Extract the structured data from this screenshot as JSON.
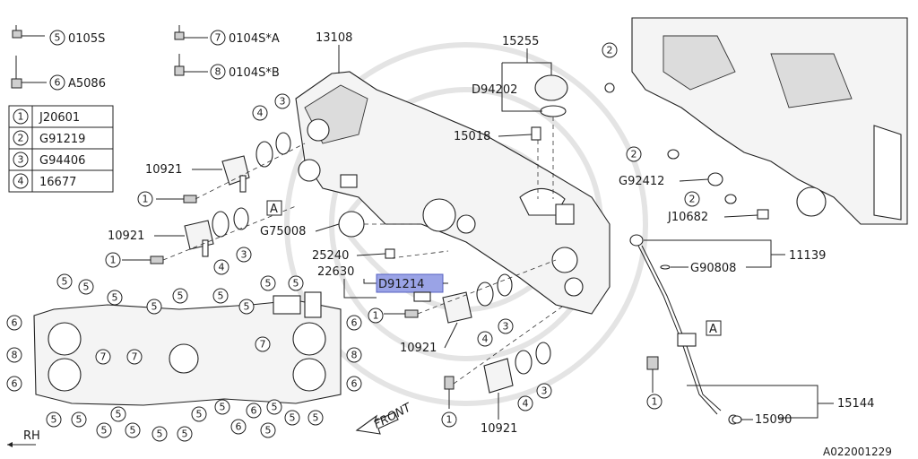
{
  "diagram_id": "A022001229",
  "direction": {
    "rh": "RH",
    "front": "FRONT"
  },
  "bolt_legend": [
    {
      "num": "5",
      "code": "0105S"
    },
    {
      "num": "6",
      "code": "A5086"
    },
    {
      "num": "7",
      "code": "0104S*A"
    },
    {
      "num": "8",
      "code": "0104S*B"
    }
  ],
  "ref_table": [
    {
      "num": "1",
      "code": "J20601"
    },
    {
      "num": "2",
      "code": "G91219"
    },
    {
      "num": "3",
      "code": "G94406"
    },
    {
      "num": "4",
      "code": "16677"
    }
  ],
  "part_labels": {
    "p13108": "13108",
    "p15255": "15255",
    "pD94202": "D94202",
    "p15018": "15018",
    "p10921a": "10921",
    "p10921b": "10921",
    "p10921c": "10921",
    "p10921d": "10921",
    "pG75008": "G75008",
    "p25240": "25240",
    "p22630": "22630",
    "pD91214": "D91214",
    "pG92412": "G92412",
    "pJ10682": "J10682",
    "p11139": "11139",
    "pG90808": "G90808",
    "p15144": "15144",
    "p15090": "15090",
    "refA1": "A",
    "refA2": "A"
  },
  "highlight_color": "#9aa3e6"
}
